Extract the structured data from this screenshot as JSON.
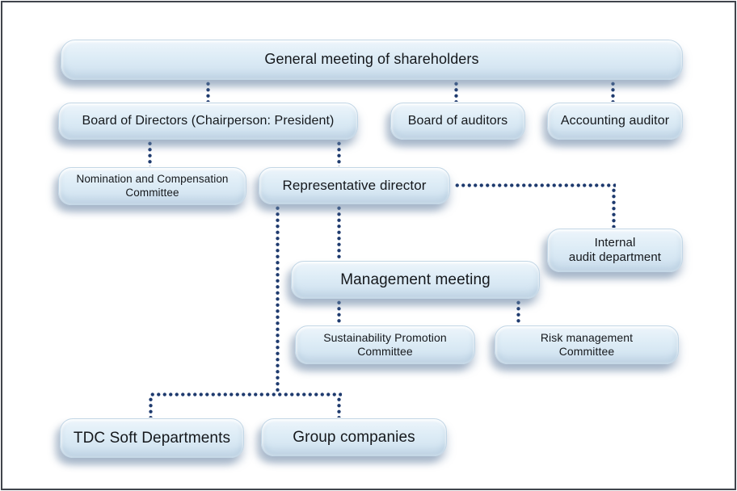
{
  "diagram": {
    "title_hint": "Corporate governance structure chart",
    "colors": {
      "connector": "#1e3a6e",
      "node-border": "#c3d7e6",
      "text": "#15181c",
      "frame": "#40444b"
    },
    "nodes": {
      "general_meeting": {
        "label": "General meeting of shareholders"
      },
      "board_of_directors": {
        "label": "Board of Directors (Chairperson: President)"
      },
      "board_of_auditors": {
        "label": "Board of auditors"
      },
      "accounting_auditor": {
        "label": "Accounting auditor"
      },
      "nomination_committee": {
        "label": "Nomination and Compensation\nCommittee"
      },
      "representative_director": {
        "label": "Representative director"
      },
      "internal_audit": {
        "label": "Internal\naudit department"
      },
      "management_meeting": {
        "label": "Management meeting"
      },
      "sustainability_committee": {
        "label": "Sustainability Promotion\nCommittee"
      },
      "risk_committee": {
        "label": "Risk management\nCommittee"
      },
      "tdc_departments": {
        "label": "TDC Soft Departments"
      },
      "group_companies": {
        "label": "Group companies"
      }
    },
    "edges": [
      "general_meeting -> board_of_directors",
      "general_meeting -> board_of_auditors",
      "general_meeting -> accounting_auditor",
      "board_of_directors -> nomination_committee",
      "board_of_directors -> representative_director",
      "representative_director -> internal_audit",
      "representative_director -> management_meeting",
      "representative_director -> tdc_departments",
      "representative_director -> group_companies",
      "management_meeting -> sustainability_committee",
      "management_meeting -> risk_committee"
    ]
  }
}
